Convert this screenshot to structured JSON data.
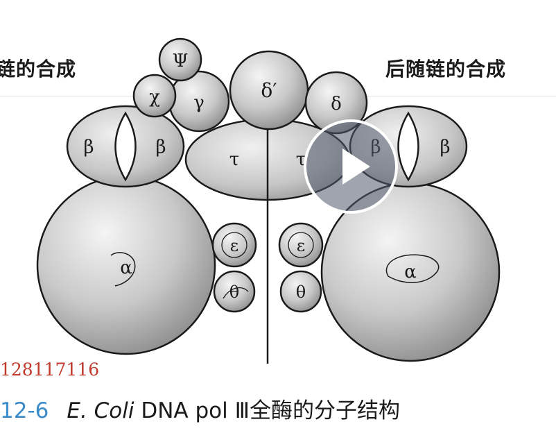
{
  "labels": {
    "left": "链的合成",
    "right": "后随链的合成"
  },
  "subunits": {
    "psi": "Ψ",
    "chi": "χ",
    "gamma": "γ",
    "delta_prime": "δ′",
    "delta": "δ",
    "tau": "τ",
    "beta": "β",
    "alpha": "α",
    "epsilon": "ε",
    "theta": "θ"
  },
  "watermark": "128117116",
  "caption": {
    "figure": "12-6",
    "organism": "E. Coli",
    "text": " DNA pol Ⅲ全酶的分子结构"
  },
  "colors": {
    "caption_figure": "#3a8bc8",
    "watermark": "#c0392b"
  },
  "icons": {
    "play": "play-icon"
  }
}
